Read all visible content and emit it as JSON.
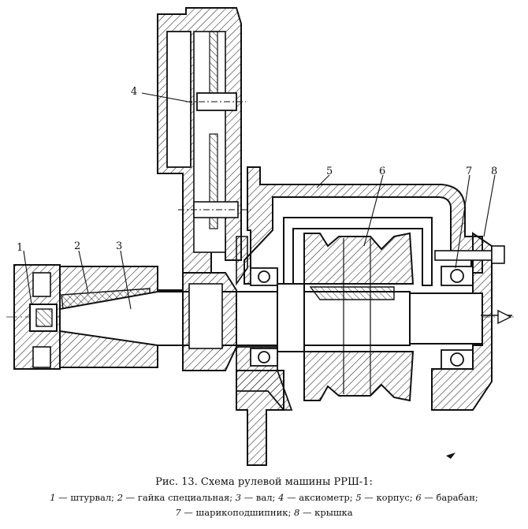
{
  "figure": {
    "title": "Рис. 13. Схема рулевой машины РРШ-1:",
    "legend": [
      {
        "num": "1",
        "text": "— штурвал;"
      },
      {
        "num": "2",
        "text": "— гайка специальная;"
      },
      {
        "num": "3",
        "text": "— вал;"
      },
      {
        "num": "4",
        "text": "— аксиометр;"
      },
      {
        "num": "5",
        "text": "— корпус;"
      },
      {
        "num": "6",
        "text": "— барабан;"
      },
      {
        "num": "7",
        "text": "— шарикоподшипник;"
      },
      {
        "num": "8",
        "text": "— крышка"
      }
    ]
  },
  "labels": [
    "1",
    "2",
    "3",
    "4",
    "5",
    "6",
    "7",
    "8"
  ]
}
